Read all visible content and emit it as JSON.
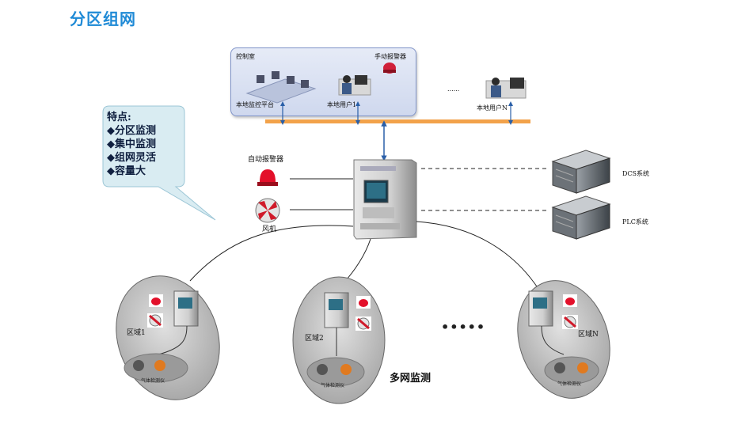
{
  "title": "分区组网",
  "control_room": {
    "label": "控制室",
    "manual_alarm": "手动报警器",
    "local_platform": "本地监控平台",
    "local_user1": "本地用户1",
    "dots": "......",
    "local_userN": "本地用户N"
  },
  "callout": {
    "heading": "特点:",
    "items": [
      "◆分区监测",
      "◆集中监测",
      "◆组网灵活",
      "◆容量大"
    ]
  },
  "devices": {
    "auto_alarm": "自动报警器",
    "fan": "风机",
    "dcs": "DCS系统",
    "plc": "PLC系统"
  },
  "zones": {
    "zone1": "区域1",
    "zone2": "区域2",
    "zoneN": "区域N",
    "detector": "气体检测仪",
    "ellipsis": "•••••",
    "multi_network": "多网监测"
  },
  "colors": {
    "title": "#1f8ad6",
    "bus": "#f2a24a",
    "zone": "#c8c8c8",
    "arrow": "#2a5fa8"
  }
}
